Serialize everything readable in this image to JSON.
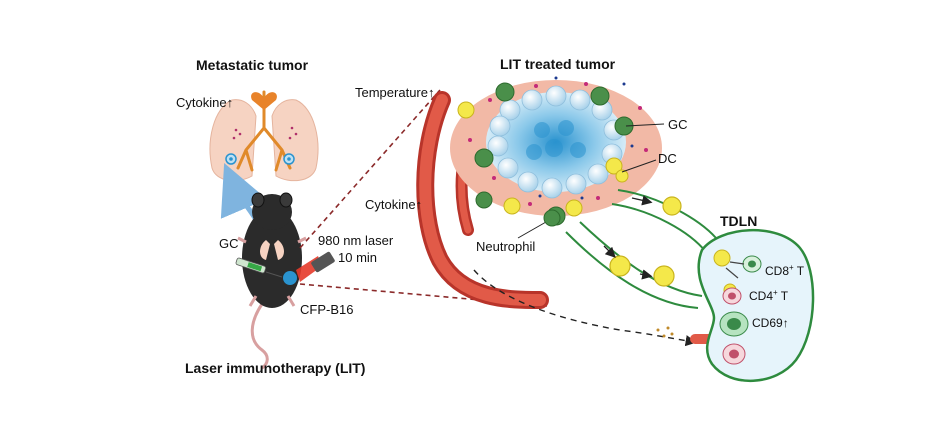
{
  "title_metastatic": "Metastatic tumor",
  "title_lit_tumor": "LIT treated tumor",
  "title_lit": "Laser immunotherapy (LIT)",
  "label_cytokine_lung": "Cytokine",
  "label_temperature": "Temperature",
  "label_cytokine_vessel": "Cytokine",
  "label_gc_mouse": "GC",
  "label_laser_line1": "980 nm laser",
  "label_laser_line2": "10 min",
  "label_cfp": "CFP-B16",
  "label_gc_tumor": "GC",
  "label_dc": "DC",
  "label_neutrophil": "Neutrophil",
  "label_tdln": "TDLN",
  "label_cd8": "CD8",
  "label_cd8_sup": "+",
  "label_cd8_suffix": " T",
  "label_cd4": "CD4",
  "label_cd4_sup": "+",
  "label_cd4_suffix": " T",
  "label_cd69": "CD69",
  "colors": {
    "tumor_outer": "#f2b9a6",
    "tumor_core": "#bfe0f2",
    "vessel": "#d9473a",
    "lymph_node": "#e6f4fb",
    "lymph_border": "#2e8b3e",
    "dc": "#f4e84a",
    "gc": "#4a8f4a",
    "lung": "#f6d3c2",
    "arrow_blue": "#7fb4df",
    "dashed": "#8b2a2a"
  }
}
